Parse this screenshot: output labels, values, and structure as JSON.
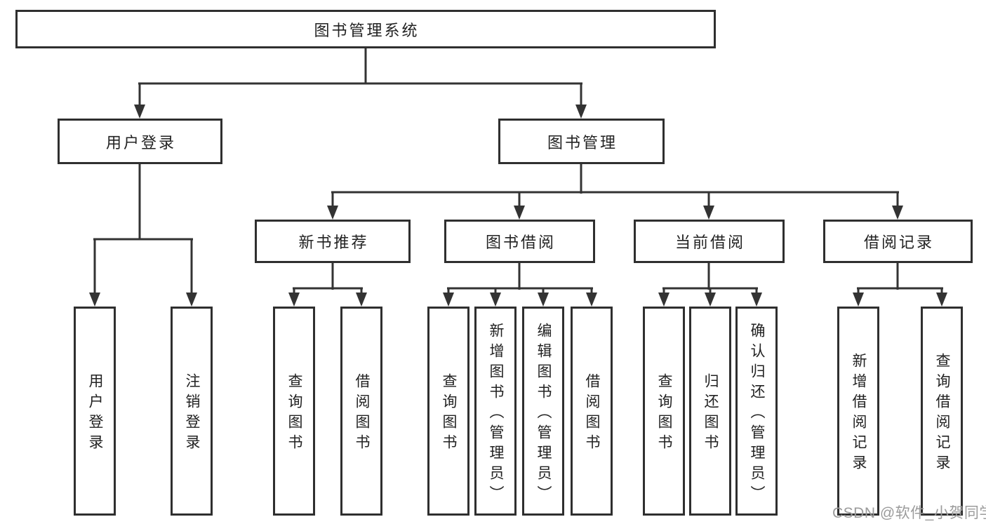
{
  "watermark": {
    "text": "CSDN @软件_小贺同学"
  },
  "colors": {
    "background": "#ffffff",
    "line": "#333333",
    "box_border": "#2f2f2f",
    "text": "#222222",
    "watermark": "#9b9b9b"
  },
  "tree": {
    "label": "图书管理系统",
    "children": [
      {
        "label": "用户登录",
        "children": [
          {
            "label": "用户登录"
          },
          {
            "label": "注销登录"
          }
        ]
      },
      {
        "label": "图书管理",
        "children": [
          {
            "label": "新书推荐",
            "children": [
              {
                "label": "查询图书"
              },
              {
                "label": "借阅图书"
              }
            ]
          },
          {
            "label": "图书借阅",
            "children": [
              {
                "label": "查询图书"
              },
              {
                "label": "新增图书（管理员）"
              },
              {
                "label": "编辑图书（管理员）"
              },
              {
                "label": "借阅图书"
              }
            ]
          },
          {
            "label": "当前借阅",
            "children": [
              {
                "label": "查询图书"
              },
              {
                "label": "归还图书"
              },
              {
                "label": "确认归还（管理员）"
              }
            ]
          },
          {
            "label": "借阅记录",
            "children": [
              {
                "label": "新增借阅记录"
              },
              {
                "label": "查询借阅记录"
              }
            ]
          }
        ]
      }
    ]
  }
}
